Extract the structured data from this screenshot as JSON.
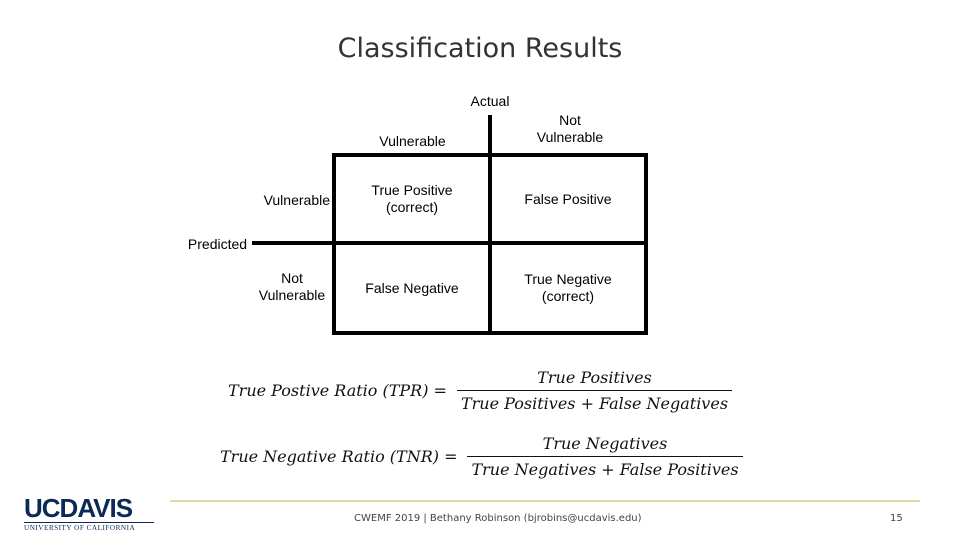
{
  "title": "Classification Results",
  "matrix": {
    "axis_actual": "Actual",
    "axis_predicted": "Predicted",
    "col_vulnerable": "Vulnerable",
    "col_not_vulnerable": "Not\nVulnerable",
    "row_vulnerable": "Vulnerable",
    "row_not_vulnerable": "Not\nVulnerable",
    "cell_tp": "True Positive\n(correct)",
    "cell_fp": "False Positive",
    "cell_fn": "False Negative",
    "cell_tn": "True Negative\n(correct)"
  },
  "formulas": {
    "tpr_lhs": "True Postive Ratio (TPR) =",
    "tpr_num": "True Positives",
    "tpr_den": "True Positives + False Negatives",
    "tnr_lhs": "True Negative Ratio (TNR) =",
    "tnr_num": "True Negatives",
    "tnr_den": "True Negatives + False Positives"
  },
  "footer": {
    "text": "CWEMF 2019  |  Bethany Robinson (bjrobins@ucdavis.edu)",
    "page_number": "15"
  },
  "logo": {
    "word": "UCDAVIS",
    "subtitle": "UNIVERSITY OF CALIFORNIA"
  }
}
